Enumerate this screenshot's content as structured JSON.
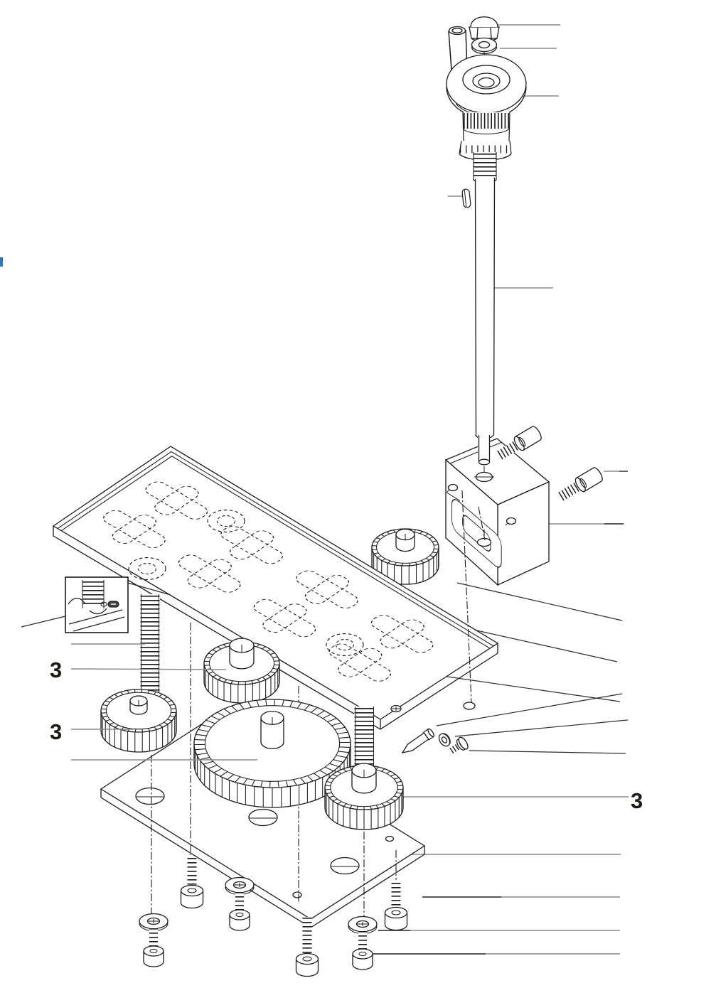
{
  "figure": {
    "type": "exploded-parts-diagram",
    "background": "#ffffff"
  },
  "callouts": [
    {
      "text": "3"
    },
    {
      "text": "3"
    },
    {
      "text": "3"
    }
  ],
  "colors": {
    "line": "#1a1a1a",
    "thin_line": "#2b2b2b",
    "leader_gray": "#8a8a8a",
    "leader_dark": "#222222",
    "label": "#1f1a12",
    "edge_artifact_blue": "#2e77bd"
  }
}
